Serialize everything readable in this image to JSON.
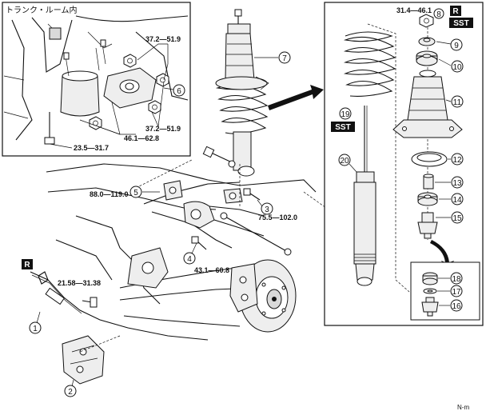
{
  "inset": {
    "title": "トランク・ルーム内"
  },
  "torques": {
    "t_inset_upper": "37.2—51.9",
    "t_inset_lower": "37.2—51.9",
    "t_inset_mid": "46.1—62.8",
    "t_inset_bottom": "23.5—31.7",
    "t_left_upper": "88.0—119.0",
    "t_right_mid": "75.5—102.0",
    "t_center": "43.1—60.8",
    "t_cable": "21.58—31.38",
    "t_top_nut": "31.4—46.1"
  },
  "tags": {
    "r_left": "R",
    "r_right": "R",
    "sst_right": "SST",
    "sst_left": "SST"
  },
  "callouts": {
    "c1": "1",
    "c2": "2",
    "c3": "3",
    "c4": "4",
    "c5": "5",
    "c6": "6",
    "c7": "7",
    "c8": "8",
    "c9": "9",
    "c10": "10",
    "c11": "11",
    "c12": "12",
    "c13": "13",
    "c14": "14",
    "c15": "15",
    "c16": "16",
    "c17": "17",
    "c18": "18",
    "c19": "19",
    "c20": "20"
  },
  "footer": {
    "code": "N-m"
  },
  "colors": {
    "ink": "#111111",
    "tag_bg": "#111111",
    "paper": "#ffffff"
  }
}
